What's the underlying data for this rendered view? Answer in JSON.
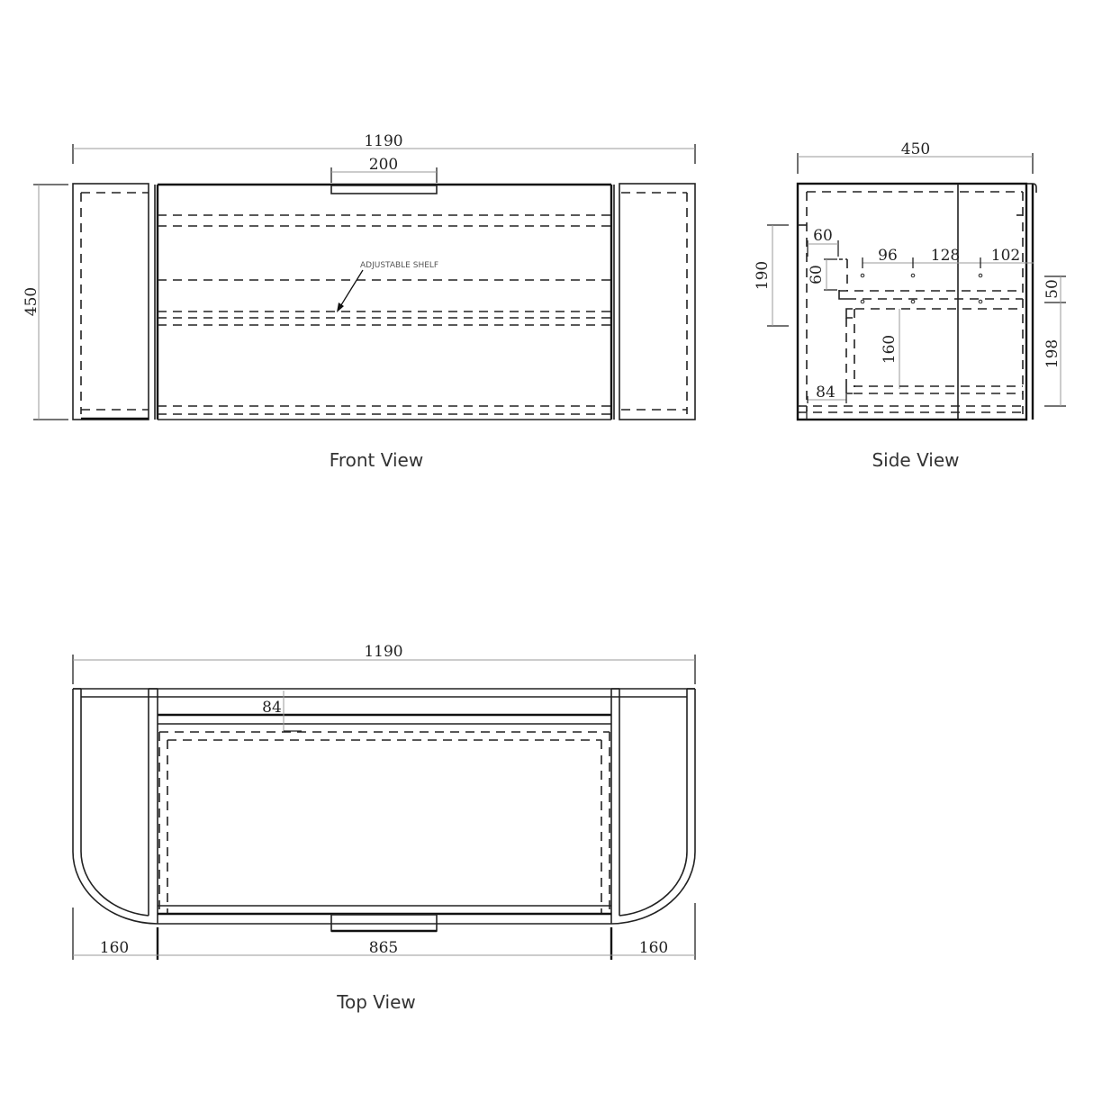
{
  "front_view": {
    "caption": "Front View",
    "width_dim": "1190",
    "handle_dim": "200",
    "height_dim": "450",
    "note": "ADJUSTABLE SHELF"
  },
  "side_view": {
    "caption": "Side View",
    "depth_dim": "450",
    "dims": {
      "d190": "190",
      "d60_h": "60",
      "d60_v": "60",
      "d96": "96",
      "d128": "128",
      "d102": "102",
      "d50": "50",
      "d160": "160",
      "d198": "198",
      "d84": "84"
    }
  },
  "top_view": {
    "caption": "Top View",
    "width_dim": "1190",
    "depth_dim": "84",
    "left_dim": "160",
    "center_dim": "865",
    "right_dim": "160"
  }
}
